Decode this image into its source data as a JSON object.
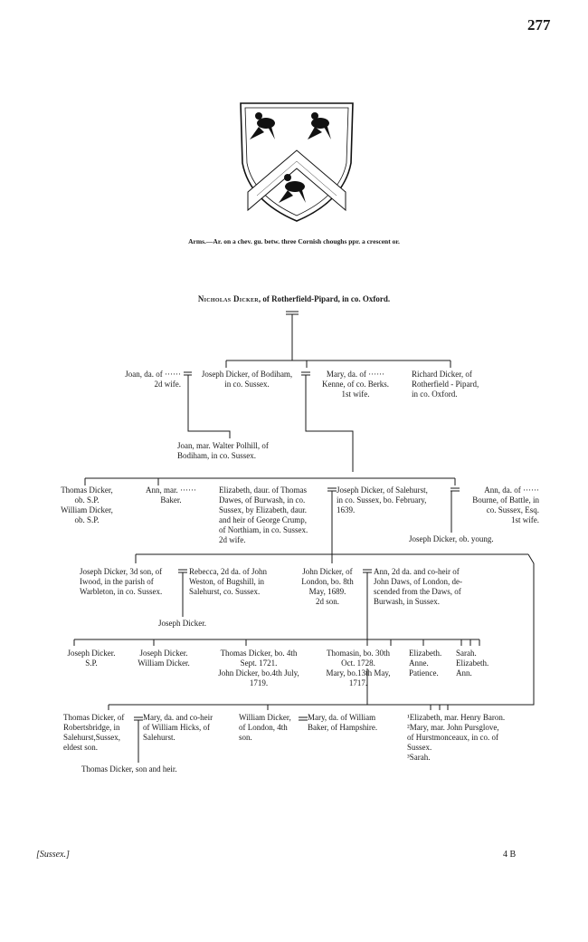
{
  "page_number": "277",
  "arms": "Arms.—Ar. on a chev. gu. betw. three Cornish choughs ppr. a crescent or.",
  "head": {
    "name": "Nicholas Dicker",
    "rest": ", of Rotherfield-Pipard, in co. Oxford."
  },
  "gen1": {
    "joan_wife": "Joan, da. of ······\n2d wife.",
    "joseph_bodiham": "Joseph Dicker, of Bodiham,\nin co. Sussex.",
    "mary_kenne": "Mary, da. of ······\nKenne, of co. Berks.\n1st wife.",
    "richard": "Richard Dicker, of\nRotherfield - Pipard,\nin co. Oxford."
  },
  "joan_polhill": "Joan, mar. Walter Polhill, of\nBodiham, in co. Sussex.",
  "gen2": {
    "thomas_william": "Thomas Dicker,\nob. S.P.\nWilliam Dicker,\nob. S.P.",
    "ann": "Ann, mar. ······\nBaker.",
    "elizabeth_dawes": "Elizabeth, daur. of Thomas\nDawes, of Burwash, in co.\nSussex, by Elizabeth, daur.\nand heir of George Crump,\nof Northiam, in co. Sussex.\n2d wife.",
    "joseph_salehurst": "Joseph Dicker, of Salehurst,\nin co. Sussex, bo. February,\n1639.",
    "ann_bourne": "Ann, da. of ······\nBourne, of Battle, in\nco. Sussex, Esq.\n1st wife.",
    "joseph_young": "Joseph Dicker, ob. young."
  },
  "gen3": {
    "joseph_3d": "Joseph Dicker, 3d son, of\nIwood, in the parish of\nWarbleton, in co. Sussex.",
    "rebecca": "Rebecca, 2d da. of John\nWeston, of Bugshill, in\nSalehurst, co. Sussex.",
    "john_dicker": "John Dicker, of\nLondon, bo. 8th\nMay, 1689.\n2d son.",
    "ann_daws": "Ann, 2d da. and co-heir of\nJohn Daws, of London, de-\nscended from the Daws, of\nBurwash, in Sussex.",
    "joseph_child": "Joseph Dicker."
  },
  "gen4": {
    "joseph_sp": "Joseph Dicker.\nS.P.",
    "joseph_william": "Joseph Dicker.\nWilliam Dicker.",
    "thomas_john": "Thomas Dicker, bo. 4th\nSept. 1721.\nJohn Dicker, bo.4th July,\n1719.",
    "thomasin_mary": "Thomasin, bo. 30th\nOct. 1728.\nMary, bo.13th May,\n1717.",
    "elizabeth_anne": "Elizabeth.\nAnne.\nPatience.",
    "sarah": "Sarah.\nElizabeth.\nAnn."
  },
  "gen5": {
    "thomas_robertsbridge": "Thomas Dicker, of\nRobertsbridge, in\nSalehurst,Sussex,\neldest son.",
    "mary_hicks": "Mary, da. and co-heir\nof William Hicks, of\nSalehurst.",
    "william_london": "William Dicker,\nof London, 4th\nson.",
    "mary_baker": "Mary, da. of William\nBaker, of Hampshire.",
    "daughters": "¹Elizabeth, mar. Henry Baron.\n²Mary, mar. John Pursglove,\nof Hurstmonceaux, in co. of\nSussex.\n³Sarah."
  },
  "gen6": {
    "thomas_heir": "Thomas Dicker, son and heir."
  },
  "footer": {
    "left": "[Sussex.]",
    "right": "4 B"
  }
}
